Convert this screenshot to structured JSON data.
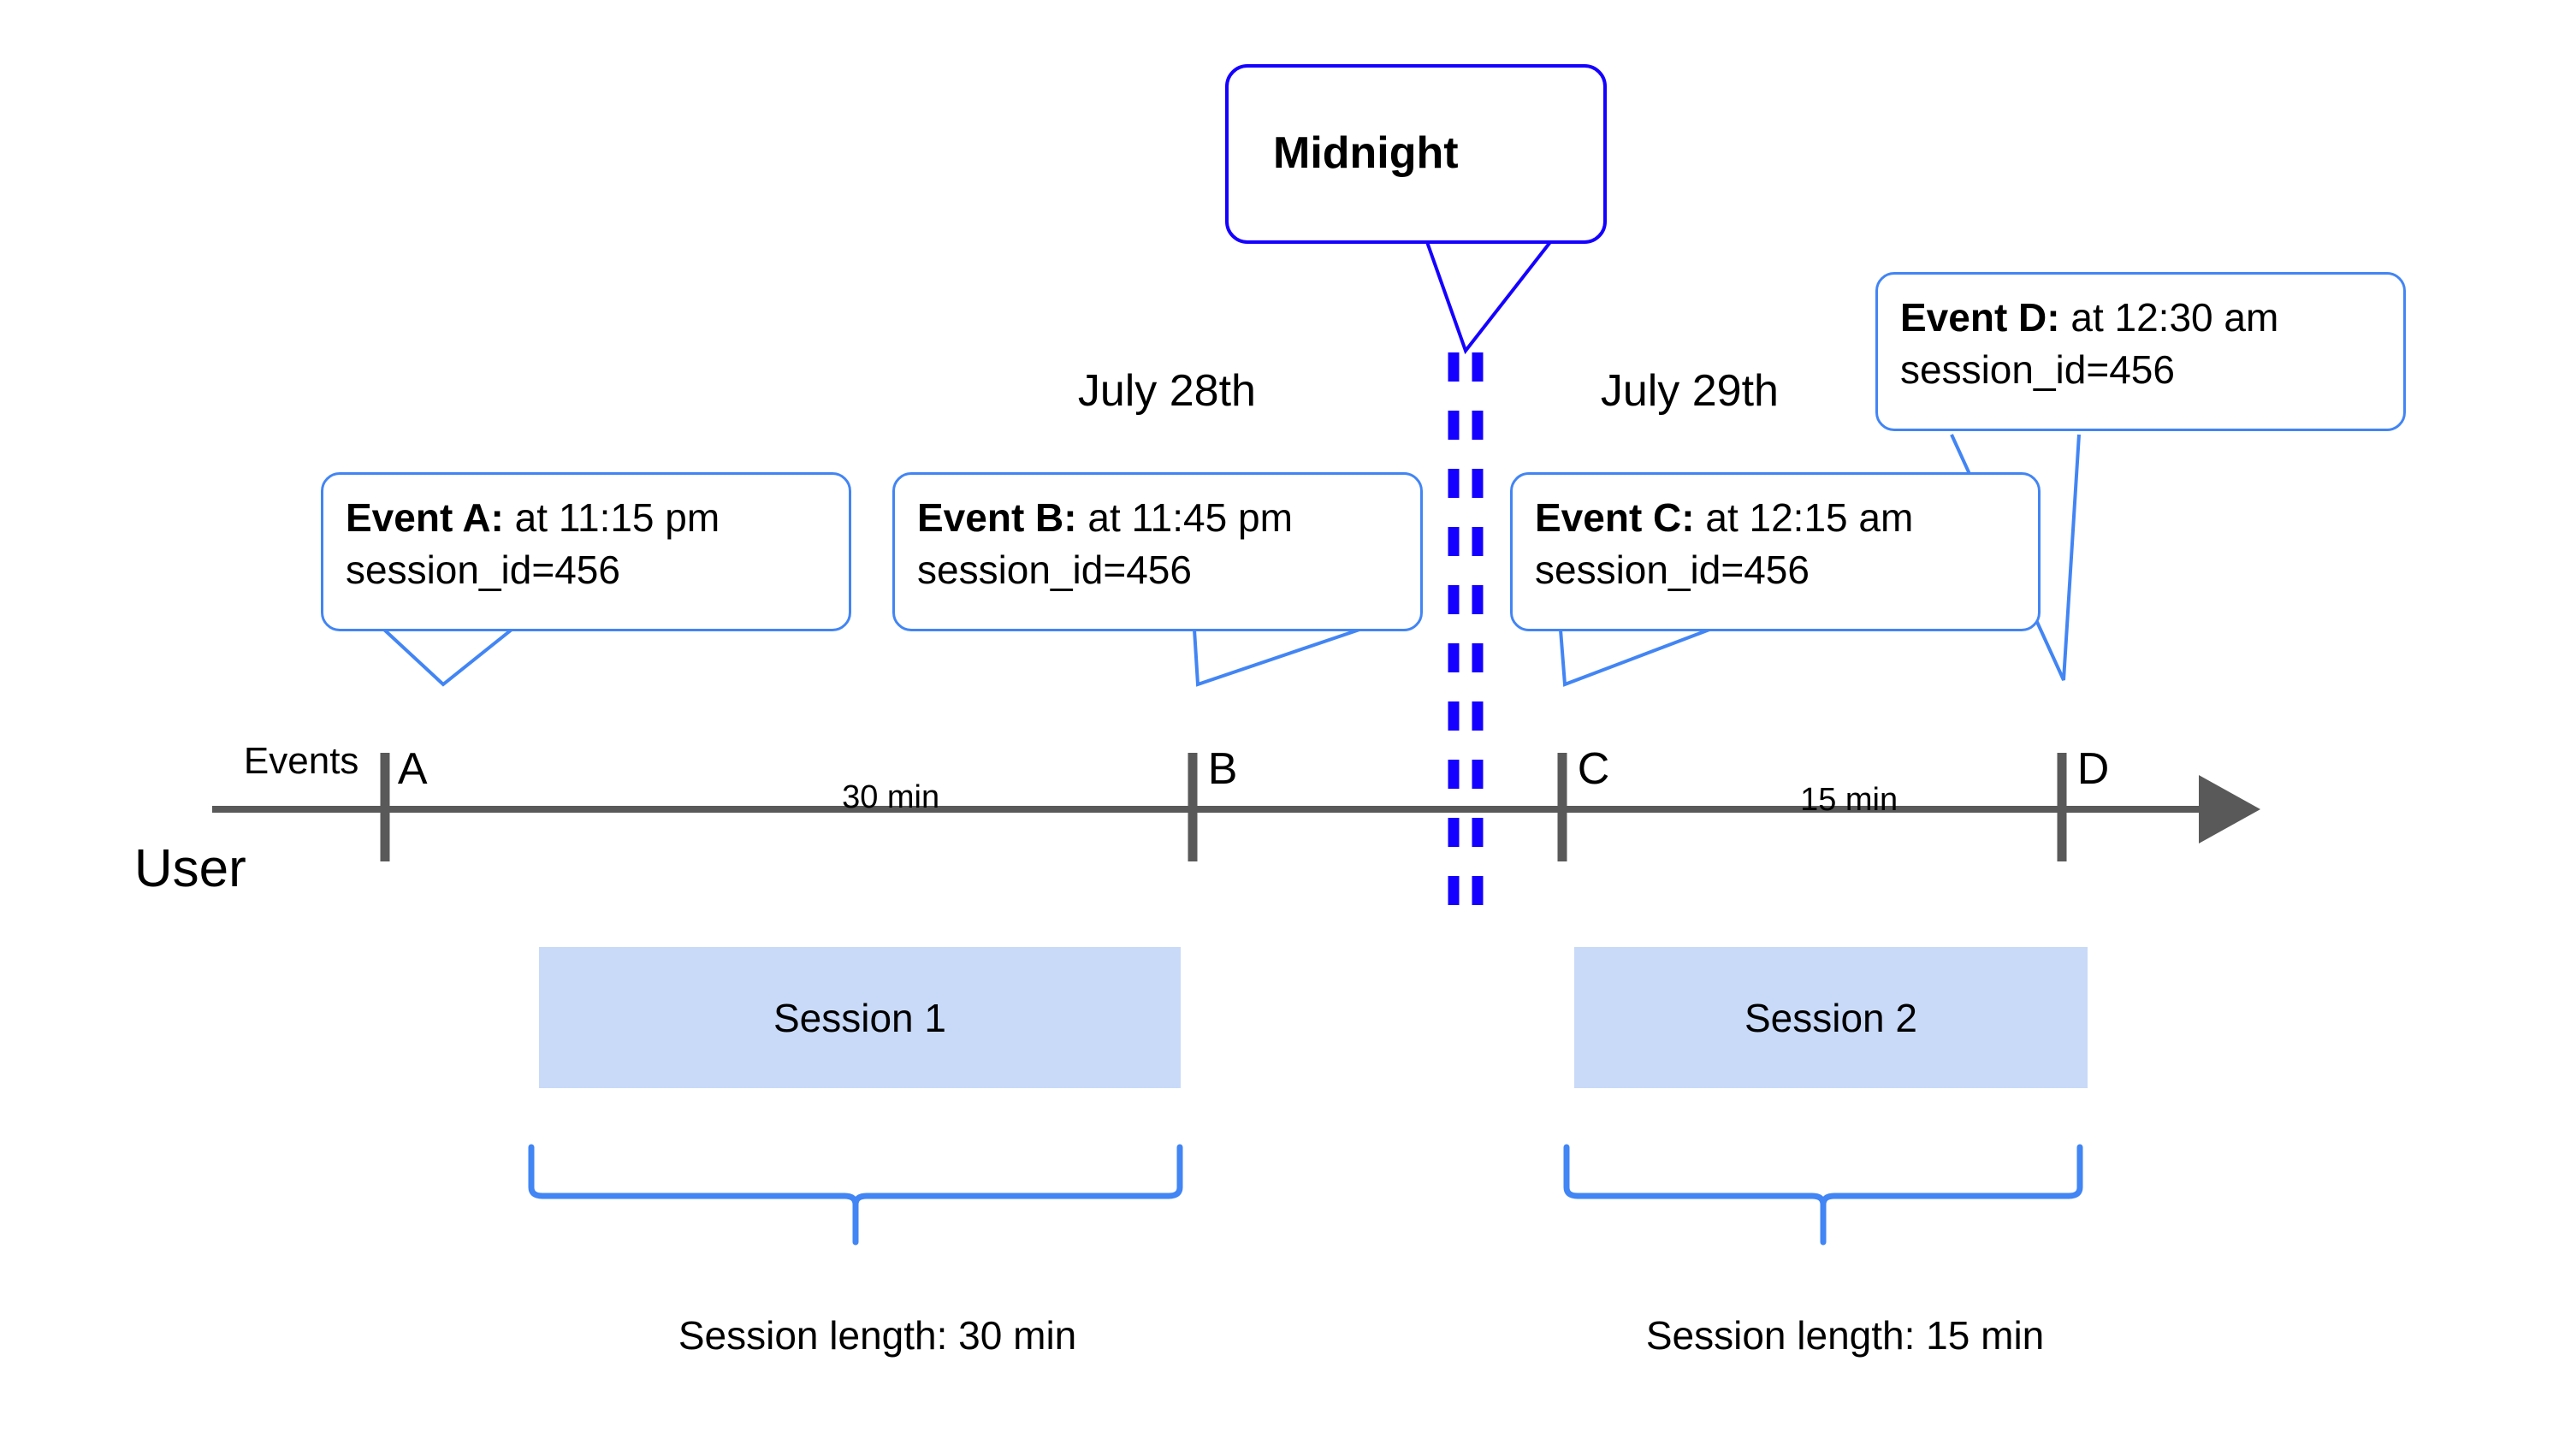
{
  "diagram": {
    "title_callout": {
      "label": "Midnight"
    },
    "axis": {
      "row_label": "User",
      "events_label": "Events",
      "arrow_direction": "right"
    },
    "dates": [
      {
        "label": "July 28th"
      },
      {
        "label": "July 29th"
      }
    ],
    "markers": [
      {
        "letter": "A"
      },
      {
        "letter": "B"
      },
      {
        "letter": "C"
      },
      {
        "letter": "D"
      }
    ],
    "intervals": [
      {
        "label": "30 min"
      },
      {
        "label": "15 min"
      }
    ],
    "events": [
      {
        "name": "Event A:",
        "time": " at 11:15 pm",
        "attribute": "session_id=456"
      },
      {
        "name": "Event B:",
        "time": " at 11:45 pm",
        "attribute": "session_id=456"
      },
      {
        "name": "Event C:",
        "time": " at 12:15 am",
        "attribute": "session_id=456"
      },
      {
        "name": "Event D:",
        "time": " at 12:30 am",
        "attribute": "session_id=456"
      }
    ],
    "sessions": [
      {
        "label": "Session 1",
        "length_label": "Session length: 30 min"
      },
      {
        "label": "Session 2",
        "length_label": "Session length: 15 min"
      }
    ],
    "colors": {
      "callout_border": "#4285f4",
      "midnight_border": "#1500ff",
      "session_fill": "#c9daf8",
      "axis_gray": "#595959",
      "midnight_dash": "#1500ff"
    }
  }
}
